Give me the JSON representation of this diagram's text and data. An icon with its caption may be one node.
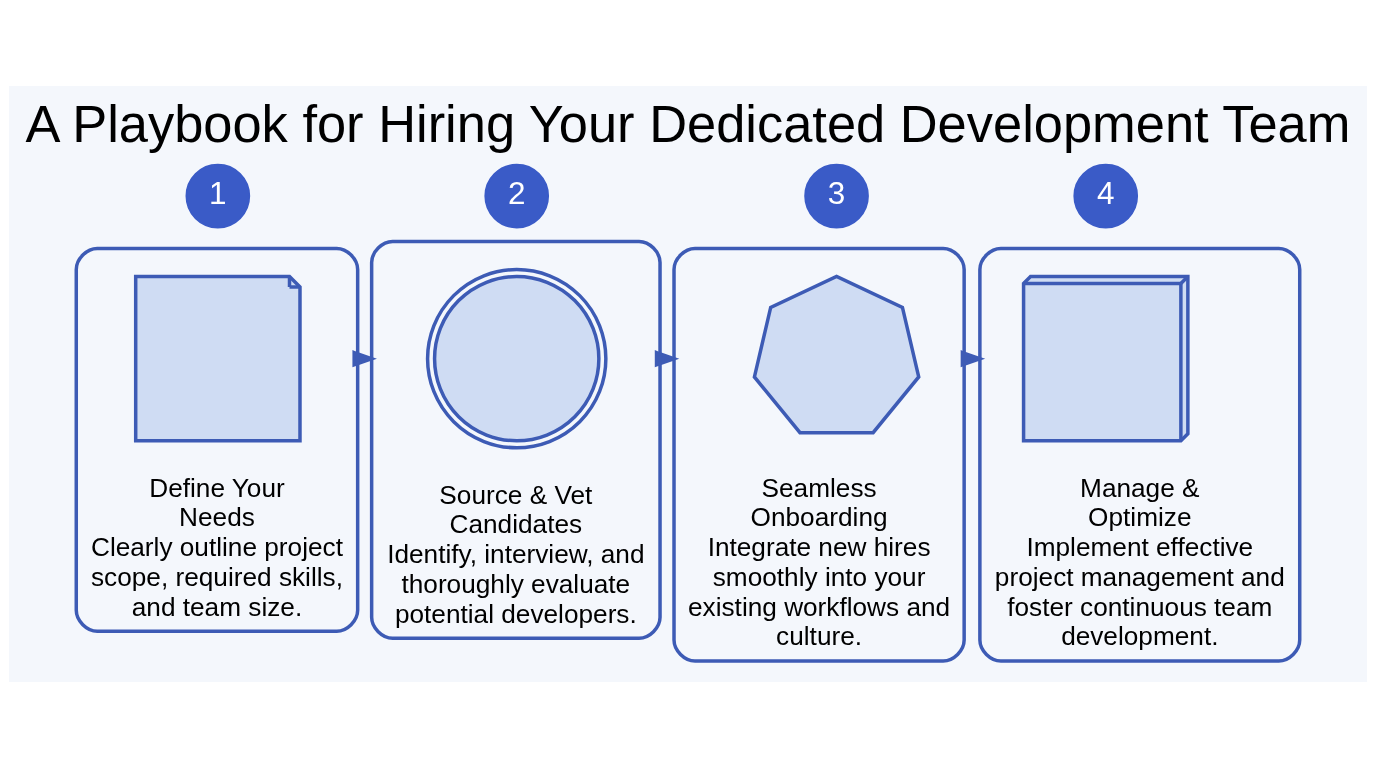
{
  "diagram": {
    "title": "A Playbook for Hiring Your Dedicated Development Team",
    "nodes": [
      {
        "text": [
          "Define Your Needs",
          "Clearly outline project scope, required skills, and team size."
        ]
      },
      {
        "text": [
          "1"
        ]
      },
      {
        "text": [],
        "shape": "picture",
        "in": 0
      },
      {
        "text": [
          "Source & Vet Candidates",
          "Identify, interview, and thoroughly evaluate potential developers."
        ]
      },
      {
        "text": [
          "2"
        ]
      },
      {
        "text": [],
        "shape": "picture",
        "in": 3
      },
      {
        "text": [
          "Seamless Onboarding",
          "Integrate new hires smoothly into your existing workflows and culture."
        ]
      },
      {
        "text": [
          "3"
        ]
      },
      {
        "text": [],
        "shape": "picture",
        "in": 6
      },
      {
        "text": [
          "Manage & Optimize",
          "Implement effective project management and foster continuous team development."
        ]
      },
      {
        "text": [
          "4"
        ]
      },
      {
        "text": [],
        "shape": "picture",
        "in": 9
      }
    ],
    "edges": [
      {
        "from": 0,
        "to": 3,
        "arrow": "to"
      },
      {
        "from": 3,
        "to": 6,
        "arrow": "to"
      },
      {
        "from": 6,
        "to": 9,
        "arrow": "to"
      }
    ]
  }
}
